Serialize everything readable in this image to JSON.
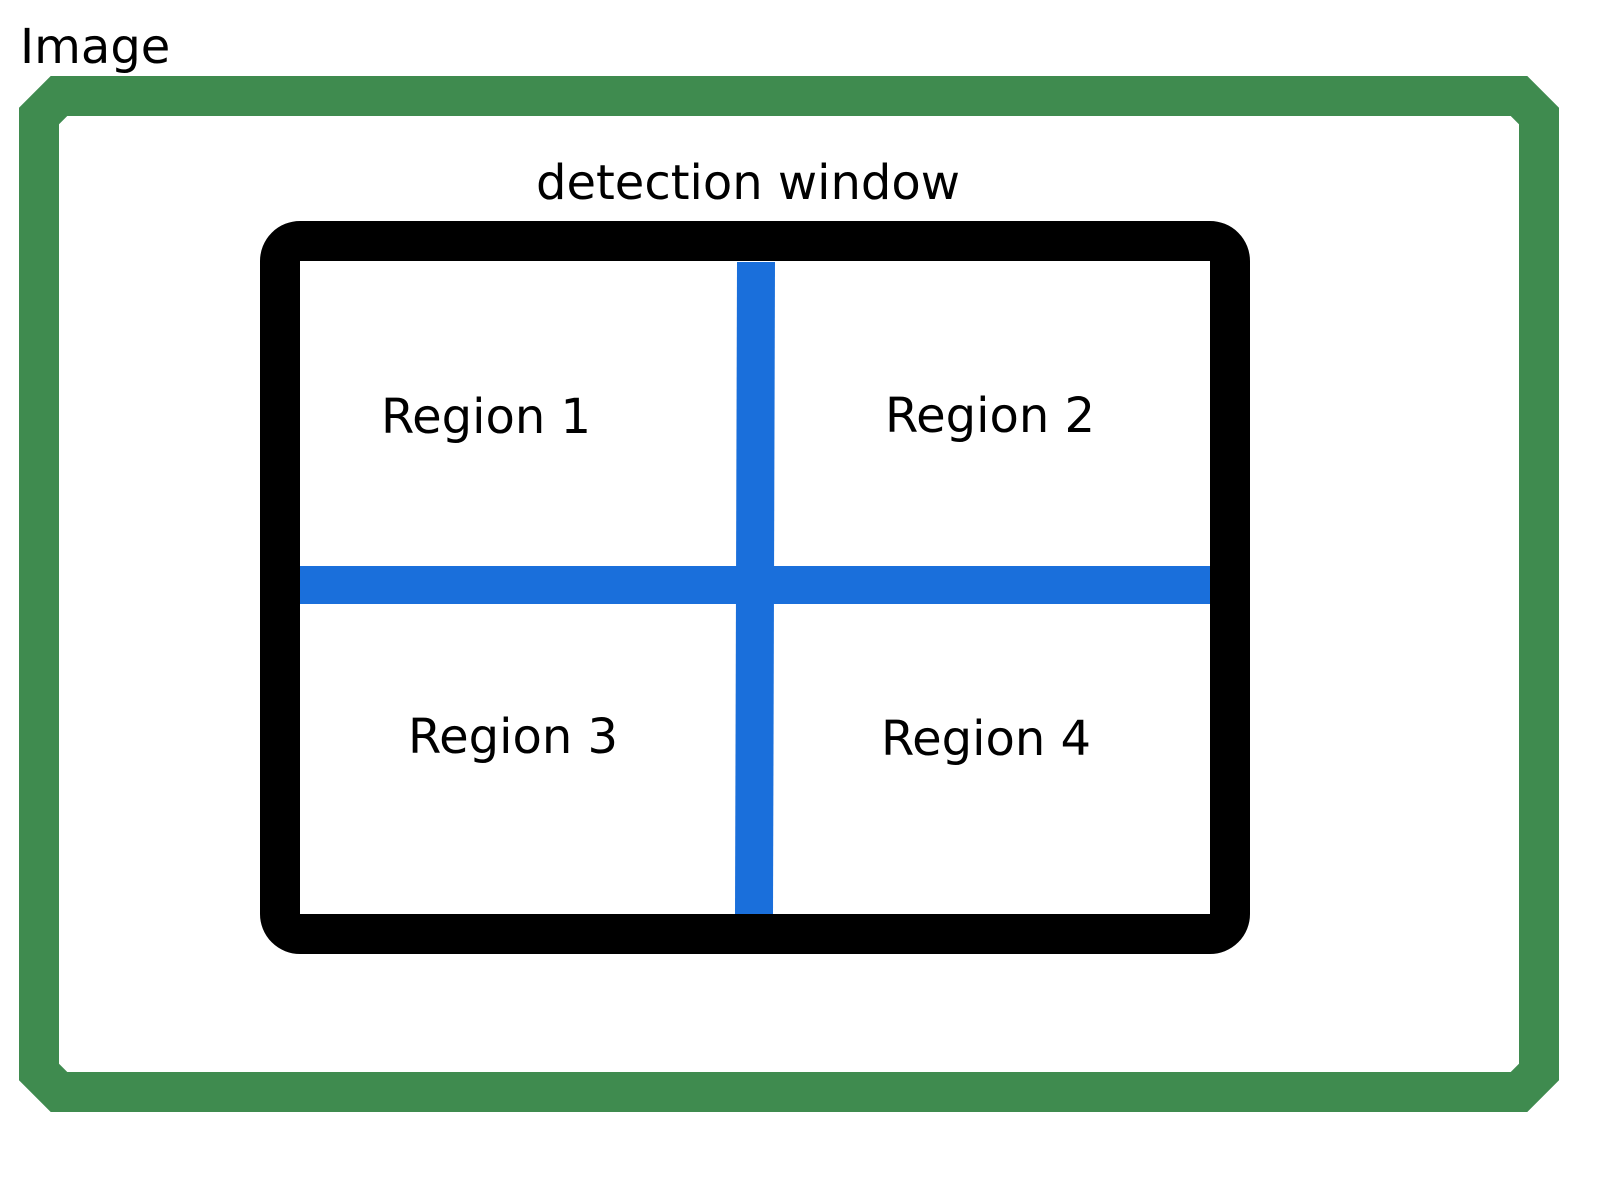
{
  "image": {
    "label": "Image",
    "border_color": "#3f8b4f"
  },
  "detection_window": {
    "label": "detection window",
    "border_color": "#000000",
    "divider_color": "#1a6fdb"
  },
  "regions": [
    {
      "label": "Region 1"
    },
    {
      "label": "Region 2"
    },
    {
      "label": "Region 3"
    },
    {
      "label": "Region 4"
    }
  ],
  "background_color": "#ffffff"
}
